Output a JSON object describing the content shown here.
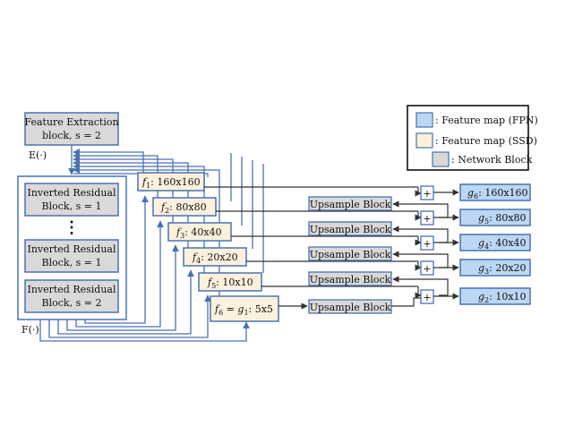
{
  "colors": {
    "fpn": "#bcd7f3",
    "ssd": "#fdf0dd",
    "network": "#d9d9d9",
    "block_border": "#4a72b0",
    "line": "#4a72b0",
    "arrow": "#333333"
  },
  "legend": {
    "fpn": ": Feature map (FPN)",
    "ssd": ": Feature map (SSD)",
    "network": ": Network Block"
  },
  "feature_extraction": {
    "line1": "Feature Extraction",
    "line2": "block, s = 2",
    "func_label": "E(·)"
  },
  "backbone": {
    "func_label": "F(·)",
    "blocks": [
      {
        "line1": "Inverted Residual",
        "line2": "Block, s = 1"
      },
      {
        "line1": "Inverted Residual",
        "line2": "Block, s = 1"
      },
      {
        "line1": "Inverted Residual",
        "line2": "Block, s = 2"
      }
    ],
    "dots": "⋮"
  },
  "ssd_maps": [
    {
      "sym": "f",
      "sub": "1",
      "text": ": 160x160"
    },
    {
      "sym": "f",
      "sub": "2",
      "text": ": 80x80"
    },
    {
      "sym": "f",
      "sub": "3",
      "text": ": 40x40"
    },
    {
      "sym": "f",
      "sub": "4",
      "text": ": 20x20"
    },
    {
      "sym": "f",
      "sub": "5",
      "text": ": 10x10"
    },
    {
      "sym": "f",
      "sub": "6",
      "eq": " = ",
      "sym2": "g",
      "sub2": "1",
      "text": ": 5x5"
    }
  ],
  "upsample_label": "Upsample Block",
  "plus": "+",
  "fpn_maps": [
    {
      "sym": "g",
      "sub": "6",
      "text": ": 160x160"
    },
    {
      "sym": "g",
      "sub": "5",
      "text": ": 80x80"
    },
    {
      "sym": "g",
      "sub": "4",
      "text": ": 40x40"
    },
    {
      "sym": "g",
      "sub": "3",
      "text": ": 20x20"
    },
    {
      "sym": "g",
      "sub": "2",
      "text": ": 10x10"
    }
  ]
}
